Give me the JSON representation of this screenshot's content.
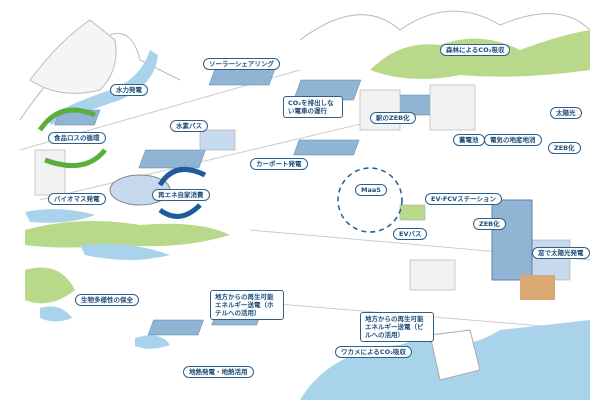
{
  "labels": {
    "hydro": "水力発電",
    "solar_sharing": "ソーラーシェアリング",
    "train": "CO₂を排出しない電車の運行",
    "hydrogen_bus": "水素バス",
    "food_loss": "食品ロスの循環",
    "carport": "カーポート発電",
    "self_consumption": "再エネ自家消費",
    "biomass": "バイオマス発電",
    "forest": "森林によるCO₂吸収",
    "station_zeb": "駅のZEB化",
    "solar": "太陽光",
    "battery": "蓄電池",
    "local_power": "電気の地産地消",
    "zeb_right": "ZEB化",
    "maas": "MaaS",
    "ev_station": "EV·FCVステーション",
    "ev_bus": "EVバス",
    "zeb_center": "ZEB化",
    "window_solar": "窓で太陽光発電",
    "biodiversity": "生物多様性の保全",
    "hotel_renewable": "地方からの再生可能エネルギー送電（ホテルへの活用）",
    "geothermal": "地熱発電・地熱活用",
    "building_renewable": "地方からの再生可能エネルギー送電（ビルへの活用）",
    "seaweed": "ワカメによるCO₂吸収"
  },
  "colors": {
    "label_border": "#2d5f8a",
    "green": "#b9d98a",
    "water": "#a9d3ea",
    "panel": "#8fb4d4",
    "arrow_green": "#5aae3c",
    "arrow_blue": "#1f5b9a"
  }
}
